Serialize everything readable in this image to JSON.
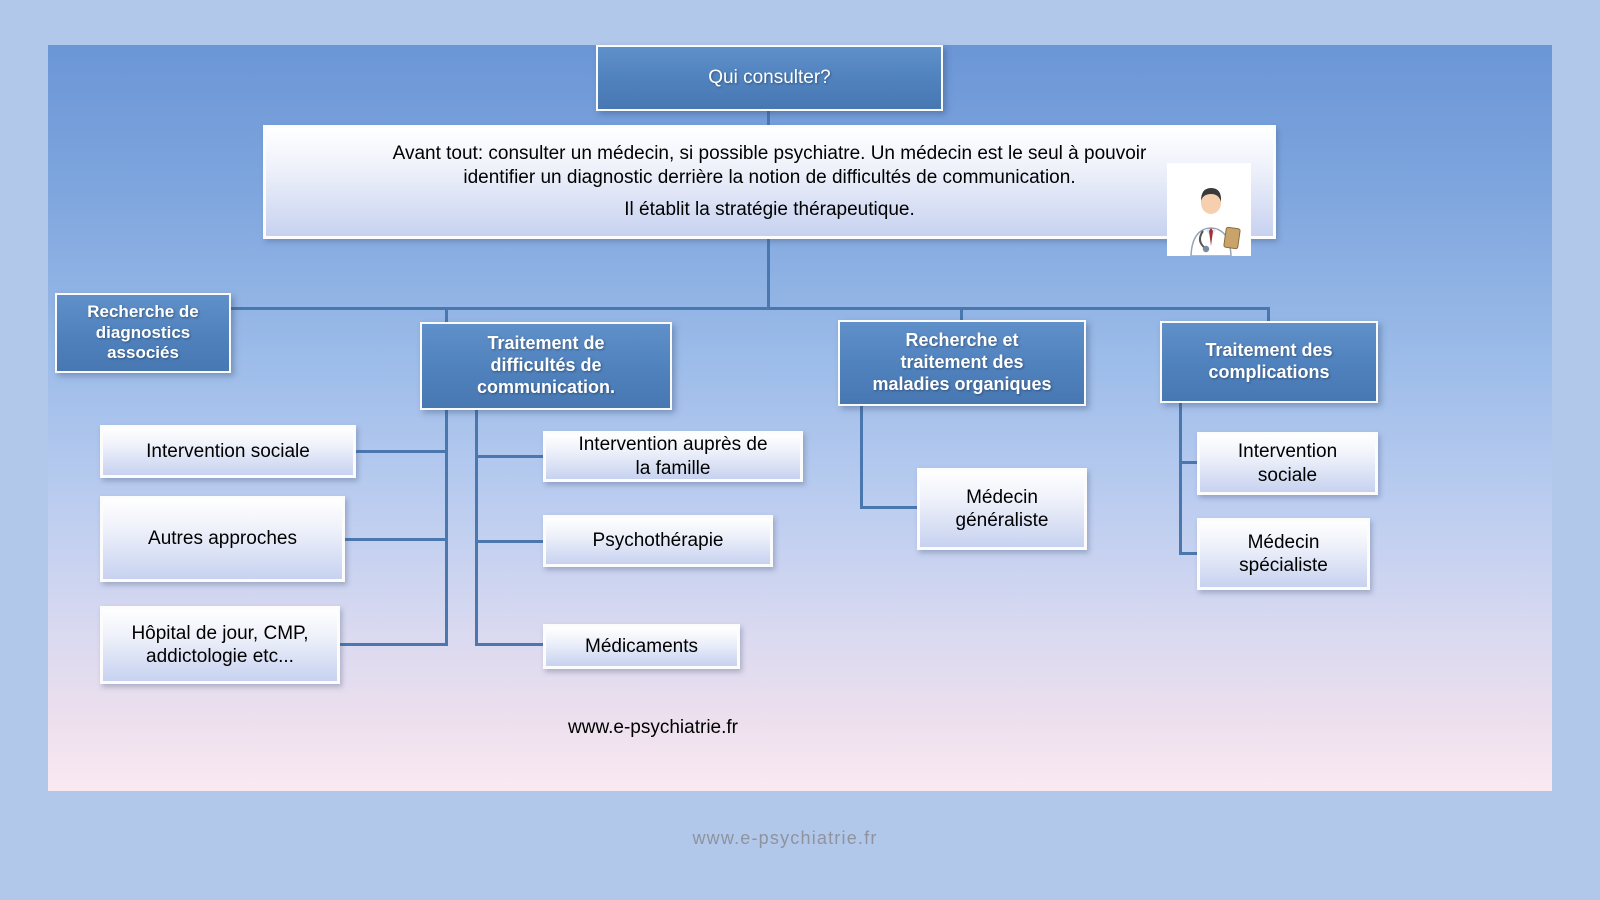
{
  "slide": {
    "title": "Qui consulter?",
    "intro": {
      "paragraph1": "Avant tout: consulter un médecin, si possible psychiatre. Un médecin est le seul à pouvoir\nidentifier un diagnostic derrière la notion de difficultés de communication.",
      "paragraph2": "Il établit la stratégie thérapeutique."
    },
    "branches": {
      "diagnostics": {
        "label": "Recherche de\ndiagnostics\nassociés"
      },
      "communication": {
        "label": "Traitement de\ndifficultés de\ncommunication."
      },
      "organiques": {
        "label": "Recherche et\ntraitement des\nmaladies organiques"
      },
      "complications": {
        "label": "Traitement des\ncomplications"
      }
    },
    "leaves": {
      "intervention_sociale_gauche": {
        "label": "Intervention sociale"
      },
      "autres_approches": {
        "label": "Autres approches"
      },
      "hopital_de_jour": {
        "label": "Hôpital de jour, CMP,\naddictologie etc..."
      },
      "intervention_famille": {
        "label": "Intervention auprès de\nla famille"
      },
      "psychotherapie": {
        "label": "Psychothérapie"
      },
      "medicaments": {
        "label": "Médicaments"
      },
      "medecin_generaliste": {
        "label": "Médecin\ngénéraliste"
      },
      "intervention_sociale_droite": {
        "label": "Intervention\nsociale"
      },
      "medecin_specialiste": {
        "label": "Médecin\nspécialiste"
      }
    },
    "watermark": "www.e-psychiatrie.fr"
  },
  "footer": {
    "site_url": "www.e-psychiatrie.fr"
  },
  "icons": {
    "doctor": "doctor-clipart"
  },
  "colors": {
    "branch_blue": "#4f81bd",
    "connector_blue": "#4a77ae",
    "leaf_gradient_bottom": "#c7d2f0",
    "slide_top": "#6b96d6",
    "slide_bottom": "#fae9f1",
    "footer_text": "#8e939e"
  }
}
